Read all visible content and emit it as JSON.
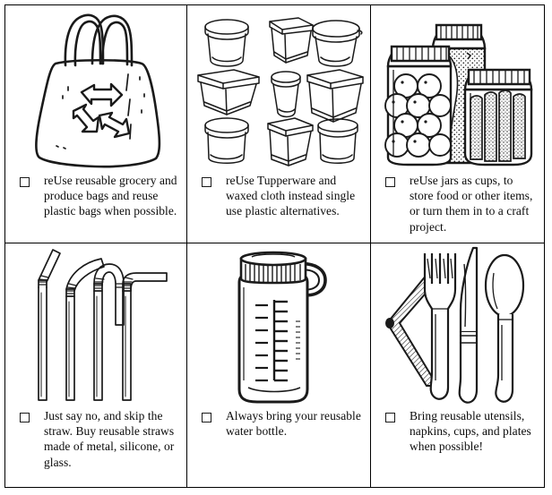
{
  "document": {
    "title": "reUse reusable items checklist",
    "layout": "3 columns x 2 rows grid of illustrated checklist cells",
    "ink_color": "#1a1a1a",
    "background_color": "#ffffff"
  },
  "cells": [
    {
      "id": "cell-grocery-bag",
      "illustration": "plastic-grocery-bag-with-recycling-symbol-icon",
      "checkbox_state": "unchecked",
      "text": "reUse reusable grocery and produce bags and reuse plastic bags when possible."
    },
    {
      "id": "cell-tupperware",
      "illustration": "food-storage-containers-grid-icon",
      "checkbox_state": "unchecked",
      "text": "reUse Tupperware and waxed cloth instead single use plastic alternatives."
    },
    {
      "id": "cell-jars",
      "illustration": "canning-jars-with-preserves-icon",
      "checkbox_state": "unchecked",
      "text": "reUse jars as cups, to store food or other items, or turn them in to a craft project."
    },
    {
      "id": "cell-straws",
      "illustration": "bendy-drinking-straws-icon",
      "checkbox_state": "unchecked",
      "text": "Just say no, and skip the straw. Buy reusable straws made of metal, silicone, or glass."
    },
    {
      "id": "cell-water-bottle",
      "illustration": "reusable-water-bottle-icon",
      "checkbox_state": "unchecked",
      "text": "Always bring your reusable water bottle."
    },
    {
      "id": "cell-utensils",
      "illustration": "fork-knife-spoon-with-napkin-icon",
      "checkbox_state": "unchecked",
      "text": "Bring reusable utensils, napkins, cups, and plates when possible!"
    }
  ]
}
